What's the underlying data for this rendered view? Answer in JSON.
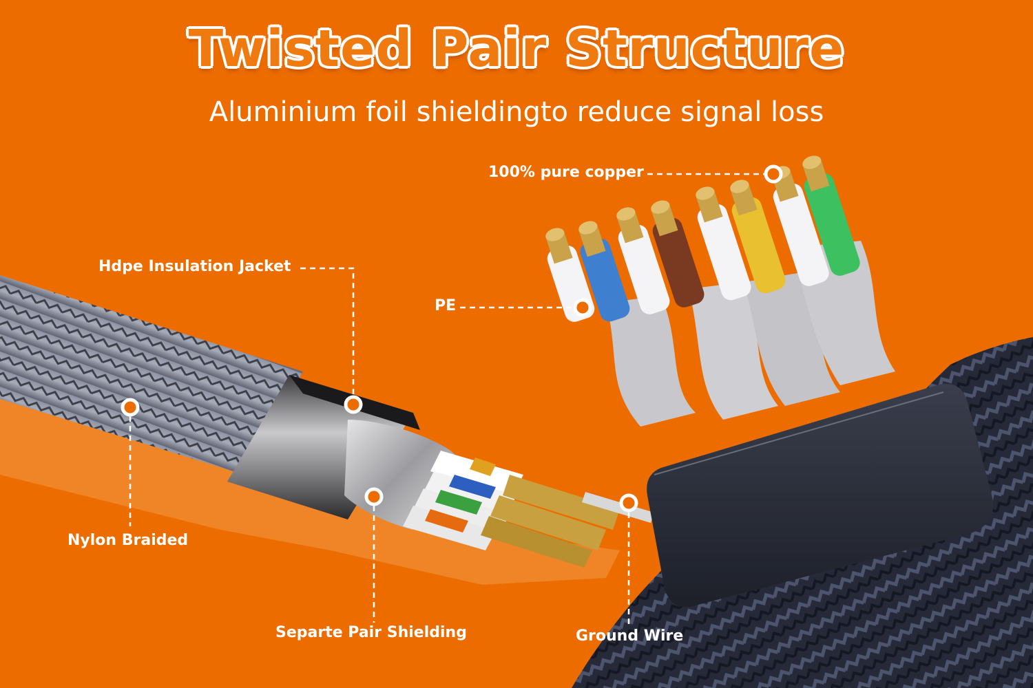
{
  "header": {
    "title": "Twisted Pair Structure",
    "subtitle": "Aluminium foil shieldingto reduce signal loss"
  },
  "callouts": {
    "copper": "100% pure copper",
    "jacket": "Hdpe Insulation Jacket",
    "pe": "PE",
    "nylon": "Nylon Braided",
    "shielding": "Separte Pair Shielding",
    "ground": "Ground Wire"
  },
  "colors": {
    "background": "#ec6c00",
    "wire_colors": [
      "#ffffff",
      "#3f7fd0",
      "#ffffff",
      "#7a3a22",
      "#ffffff",
      "#e8c030",
      "#ffffff",
      "#3cc060"
    ]
  }
}
